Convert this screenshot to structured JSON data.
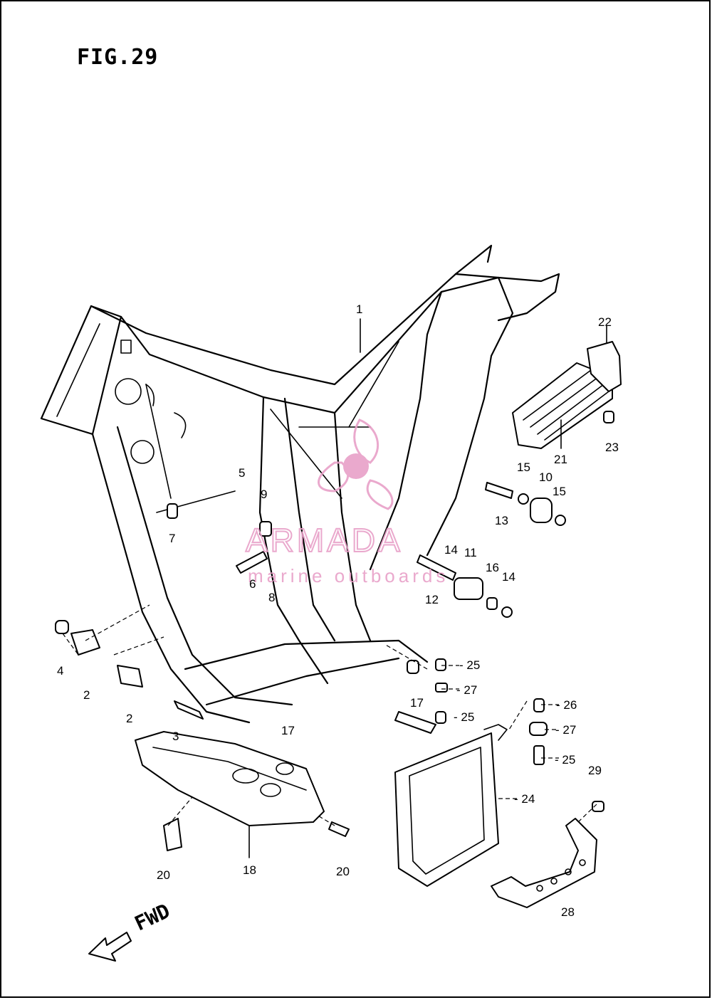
{
  "figure": {
    "title": "FIG.29"
  },
  "watermark": {
    "brand": "ARMADA",
    "tagline": "marine outboards",
    "color": "#e8a0c8"
  },
  "direction": {
    "label": "FWD"
  },
  "callouts": [
    {
      "id": "c1",
      "text": "1"
    },
    {
      "id": "c2a",
      "text": "2"
    },
    {
      "id": "c2b",
      "text": "2"
    },
    {
      "id": "c3",
      "text": "3"
    },
    {
      "id": "c4",
      "text": "4"
    },
    {
      "id": "c5",
      "text": "5"
    },
    {
      "id": "c6",
      "text": "6"
    },
    {
      "id": "c7",
      "text": "7"
    },
    {
      "id": "c8",
      "text": "8"
    },
    {
      "id": "c9",
      "text": "9"
    },
    {
      "id": "c10",
      "text": "10"
    },
    {
      "id": "c11",
      "text": "11"
    },
    {
      "id": "c12",
      "text": "12"
    },
    {
      "id": "c13",
      "text": "13"
    },
    {
      "id": "c14a",
      "text": "14"
    },
    {
      "id": "c14b",
      "text": "14"
    },
    {
      "id": "c15a",
      "text": "15"
    },
    {
      "id": "c15b",
      "text": "15"
    },
    {
      "id": "c16",
      "text": "16"
    },
    {
      "id": "c17a",
      "text": "17"
    },
    {
      "id": "c17b",
      "text": "17"
    },
    {
      "id": "c18",
      "text": "18"
    },
    {
      "id": "c20a",
      "text": "20"
    },
    {
      "id": "c20b",
      "text": "20"
    },
    {
      "id": "c21",
      "text": "21"
    },
    {
      "id": "c22",
      "text": "22"
    },
    {
      "id": "c23",
      "text": "23"
    },
    {
      "id": "c24",
      "text": "- 24"
    },
    {
      "id": "c25a",
      "text": "- 25"
    },
    {
      "id": "c25b",
      "text": "- 25"
    },
    {
      "id": "c25c",
      "text": "- 25"
    },
    {
      "id": "c26",
      "text": "- 26"
    },
    {
      "id": "c27a",
      "text": "- 27"
    },
    {
      "id": "c27b",
      "text": "- 27"
    },
    {
      "id": "c28",
      "text": "28"
    },
    {
      "id": "c29",
      "text": "29"
    }
  ]
}
